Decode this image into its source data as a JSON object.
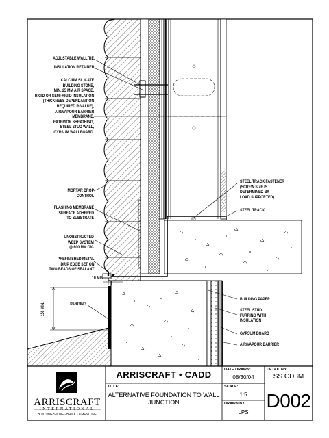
{
  "callouts_left": {
    "wall_tie": "ADJUSTABLE WALL TIE",
    "insulation_retainer": "INSULATION RETAINER",
    "wall_assembly": [
      "CALCIUM SILICATE",
      "BUILDING STONE,",
      "MIN. 25 MM AIR SPACE,",
      "RIGID OR SEMI-RIGID INSULATION",
      "(THICKNESS DEPENDANT ON",
      "REQUIRED R-VALUE),",
      "AIR/VAPOUR BARRIER",
      "MEMBRANE,",
      "EXTERIOR SHEATHING,",
      "STEEL STUD WALL,",
      "GYPSUM WALLBOARD."
    ],
    "mortar_drop": [
      "MORTAR DROP",
      "CONTROL"
    ],
    "flashing": [
      "FLASHING MEMBRANE",
      "SURFACE ADHERED",
      "TO SUBSTRATE"
    ],
    "weep": [
      "UNOBSTRUCTED",
      "WEEP SYSTEM",
      "@ 600 MM O/C"
    ],
    "drip_edge": [
      "PREFINISHED METAL",
      "DRIP EDGE SET ON",
      "TWO BEADS OF SEALANT"
    ],
    "min_gap": "10 MIN.",
    "min_height": "150 MIN.",
    "parging": "PARGING"
  },
  "callouts_right": {
    "track_fastener": [
      "STEEL TRACK FASTENER",
      "(SCREW SIZE IS",
      "DETERMINED BY",
      "LOAD SUPPORTED)"
    ],
    "steel_track": "STEEL TRACK",
    "building_paper": "BUILDING PAPER",
    "stud_furring": [
      "STEEL STUD",
      "FURRING WITH",
      "INSULATION"
    ],
    "gypsum_board": "GYPSUM BOARD",
    "air_vapour": "AIR/VAPOUR BARRIER"
  },
  "title_block": {
    "company_header": "ARRISCRAFT • CADD",
    "title_label": "TITLE:",
    "title_lines": [
      "ALTERNATIVE FOUNDATION TO WALL",
      "JUNCTION"
    ],
    "date_label": "DATE DRAWN:",
    "date_value": "08/30/04",
    "scale_label": "SCALE:",
    "scale_value": "1:5",
    "drawn_label": "DRAWN BY:",
    "drawn_value": "LPS",
    "detail_label": "DETAIL No:",
    "detail_series": "SS CD3M",
    "detail_number": "D002",
    "logo_name": "ARRISCRAFT",
    "logo_sub": "INTERNATIONAL",
    "logo_tagline": "BUILDING STONE - BRICK - LIMESTONE"
  }
}
